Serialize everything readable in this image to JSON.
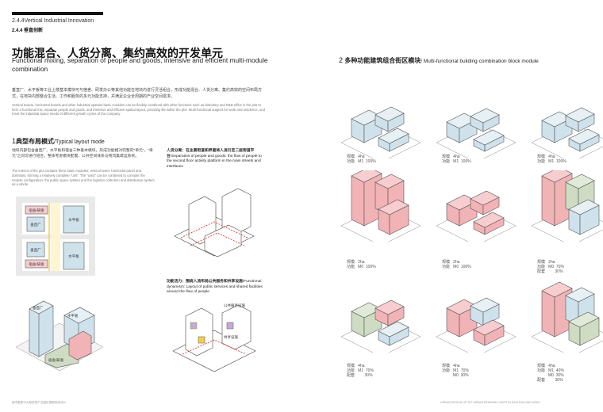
{
  "header": {
    "section": "2.4.4Vertical Industrial Innovation",
    "subsection": "2.4.4 垂直创新"
  },
  "title": {
    "cn": "功能混合、人货分离、集约高效的开发单元",
    "en": "Functional mixing, separation of people and goods, intensive and efficient multi-module combination"
  },
  "intro": {
    "cn": "垂直厂、水平板等工业上楼基本模块可与宿舍、研发办公等其他功能在地块内进行灵活组合，形成功能混合、人货分离、集约高效的空间布局方式，在地块内部整合生活、工作和服务的多元功能支持，并满足企业全周期的产业空间需求。",
    "en": "Vertical towers, horizontal boards and other industrial upstairs basic modules can be flexibly combined with other functions such as dormitory and R&D office in the plot to form a functional mix, separate people and goods, and intensive and efficient spatial layout, providing life within the plot. Multi-functional support for work and residence, and meet the industrial space needs of different growth cycles of the company."
  },
  "typical": {
    "num": "1",
    "title_cn": "典型布局模式",
    "title_en": "/Typical layout mode",
    "desc_cn": "地块内部包含垂直厂、水平板和宿舍三种基本模块，形成功能相对完整的\"单元\"。\"单元\"之间可进行组合，整体考虑模块配置、公共空间体系与物流集疏运系统。",
    "desc_en": "The interior of the plot contains three basic modules: vertical tower, horizontal panel and dormitory, forming a relatively complete \"unit\". The \"units\" can be combined to consider the module configuration, the public space system and the logistics collection and distribution system as a whole.",
    "plan_labels": {
      "dorm": "宿舍/研发",
      "vertical": "垂直厂",
      "horizontal": "水平板"
    },
    "axo_labels": {
      "vertical": "垂直厂",
      "horizontal": "水平板",
      "dorm": "宿舍/研发"
    }
  },
  "diagrams": {
    "separation_cn": "人货分离：在主要街道和界面将人流引至二层街道平台",
    "separation_en": "/Separation of people and goods: the flow of people to the second floor activity platform in the main streets and interfaces",
    "dynamism_cn": "功能活力：围绕人流布局公共服务和共享设施",
    "dynamism_en": "/Functional dynamism: Layout of public services and shared facilities around the flow of people",
    "dyn_labels": {
      "public": "公共服务设施",
      "shared": "共享设施"
    }
  },
  "combination": {
    "num": "2",
    "title_cn": "多种功能建筑组合街区模块",
    "title_en": "/ Multi-functional building combination block module",
    "blocks": [
      {
        "lines": "规模   4ha\n功能   M1  100%"
      },
      {
        "lines": "规模   4ha\n功能   M1  100%"
      },
      {
        "lines": "规模   4ha\n功能   M1  100%"
      },
      {
        "lines": "规模   2ha\n功能   M0  100%"
      },
      {
        "lines": "规模   2ha\n功能   M0  100%"
      },
      {
        "lines": "规模   2ha\n功能   M0  70%\n配套         30%"
      },
      {
        "lines": "规模   4ha\n功能   M1  70%\n配套         30%"
      },
      {
        "lines": "规模   4ha\n功能   M1  70%\n          M0  30%"
      },
      {
        "lines": "规模   4ha\n功能   M1  40%\n          M0  30%\n配套         30%"
      }
    ]
  },
  "colors": {
    "blue": "#cfe2ec",
    "blue_top": "#e6f0f5",
    "red": "#f2b3b6",
    "red_top": "#f7cdd0",
    "green": "#cfdcc3",
    "yellow": "#f4d04a"
  },
  "footer": {
    "left": "城市更新中大型低效产业园区更新规划设计",
    "right": "URBAN DESIGN OF 307 URBAN RENEWAL UNITS IN DAXI BAOJING AREA"
  }
}
